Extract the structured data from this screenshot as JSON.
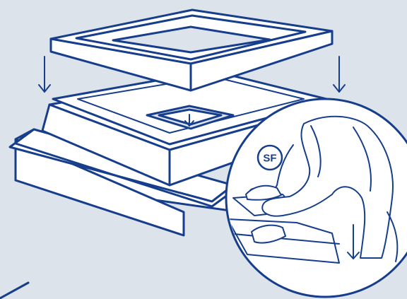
{
  "diagram": {
    "badge": {
      "label": "SF"
    },
    "colors": {
      "background": "#dde3ea",
      "line": "#163e8c",
      "fill": "#ffffff"
    },
    "arrows": [
      {
        "name": "arrow-left-down-icon",
        "direction": "down"
      },
      {
        "name": "arrow-right-down-icon",
        "direction": "down"
      },
      {
        "name": "arrow-inner-down-icon",
        "direction": "down"
      },
      {
        "name": "arrow-detail-down-icon",
        "direction": "down"
      }
    ]
  }
}
